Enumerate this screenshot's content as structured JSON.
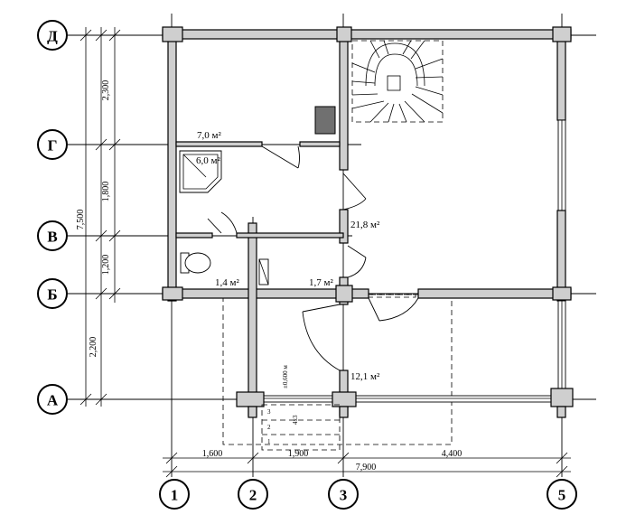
{
  "axes": {
    "letters": [
      "Д",
      "Г",
      "В",
      "Б",
      "А"
    ],
    "numbers": [
      "1",
      "2",
      "3",
      "5"
    ]
  },
  "rooms": {
    "bedroom_area": "7,0 м²",
    "shower_area": "6,0 м²",
    "hall_area": "21,8 м²",
    "wc_area": "1,4 м²",
    "corridor_area": "1,7 м²",
    "porch_area": "12,1 м²"
  },
  "dimensions": {
    "left_outer": [
      "2,300",
      "1,800",
      "1,200",
      "2,200"
    ],
    "left_total": "7,500",
    "bottom": [
      "1,600",
      "1,900",
      "4,400"
    ],
    "bottom_total": "7,900",
    "porch_width": "±0,600 м",
    "stair_depth": "4x3"
  },
  "stairs": {
    "steps": [
      "3",
      "2",
      "1"
    ]
  }
}
